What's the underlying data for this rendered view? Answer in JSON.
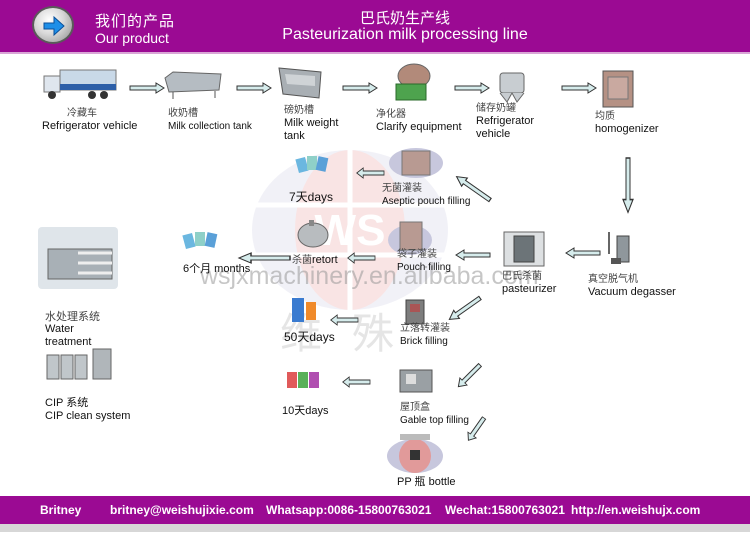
{
  "header": {
    "cn": "我们的产品",
    "en": "Our product",
    "title_cn": "巴氏奶生产线",
    "title_en": "Pasteurization milk processing line",
    "nav_icon": "arrow-right-icon"
  },
  "colors": {
    "brand": "#9b0a93",
    "arrow_fill": "#d6ecec",
    "arrow_stroke": "#333333",
    "footer_band": "#d7d7d7"
  },
  "steps": {
    "refrigerator_vehicle": {
      "cn": "冷藏车",
      "en": "Refrigerator vehicle"
    },
    "milk_collection_tank": {
      "cn": "收奶槽",
      "en": "Milk collection tank"
    },
    "milk_weight_tank": {
      "cn": "磅奶槽",
      "en1": "Milk weight",
      "en2": "tank"
    },
    "clarify_equipment": {
      "cn": "净化器",
      "en": "Clarify equipment"
    },
    "storage_tank": {
      "cn": "储存奶罐",
      "en1": "Refrigerator",
      "en2": "vehicle"
    },
    "homogenizer": {
      "cn": "均质",
      "en": "homogenizer"
    },
    "vacuum_degasser": {
      "cn": "真空脱气机",
      "en": "Vacuum degasser"
    },
    "pasteurizer": {
      "cn": "巴氏杀菌",
      "en": "pasteurizer"
    },
    "aseptic_pouch_filling": {
      "cn": "无菌灌装",
      "en": "Aseptic pouch filling"
    },
    "pouch_filling": {
      "cn": "袋子灌装",
      "en": "Pouch filling"
    },
    "retort": {
      "cn": "杀菌",
      "en": "retort"
    },
    "brick_filling": {
      "cn": "立落转灌装",
      "en": "Brick filling"
    },
    "gable_top_filling": {
      "cn": "屋顶盒",
      "en": "Gable top filling"
    },
    "pp_bottle": {
      "cn": "PP 瓶",
      "en": "bottle"
    }
  },
  "shelf_life": {
    "aseptic": "7天days",
    "retort": "6个月 months",
    "brick": "50天days",
    "gable": "10天days"
  },
  "side": {
    "water_treatment": {
      "cn": "水处理系统",
      "en1": "Water",
      "en2": "treatment"
    },
    "cip": {
      "cn": "CIP 系统",
      "en": "CIP clean system"
    }
  },
  "watermark": {
    "text": "wsjxmachinery.en.alibaba.com",
    "cn": "维殊",
    "logo": "WS"
  },
  "footer": {
    "name": "Britney",
    "email": "britney@weishujixie.com",
    "whatsapp": "Whatsapp:0086-15800763021",
    "wechat": "Wechat:15800763021",
    "website": "http://en.weishujx.com"
  }
}
